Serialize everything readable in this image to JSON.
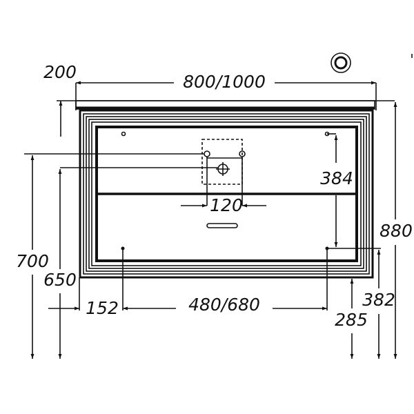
{
  "drawing": {
    "colors": {
      "line": "#111111",
      "background": "#ffffff"
    },
    "dimensions": {
      "width": "800/1000",
      "top_offset": "200",
      "drain_spacing": "120",
      "mount_vertical": "384",
      "total_height": "880",
      "drain_height_1": "700",
      "drain_height_2": "650",
      "side_offset": "152",
      "mount_horizontal": "480/680",
      "bottom_clearance": "285",
      "mount_height": "382"
    }
  }
}
